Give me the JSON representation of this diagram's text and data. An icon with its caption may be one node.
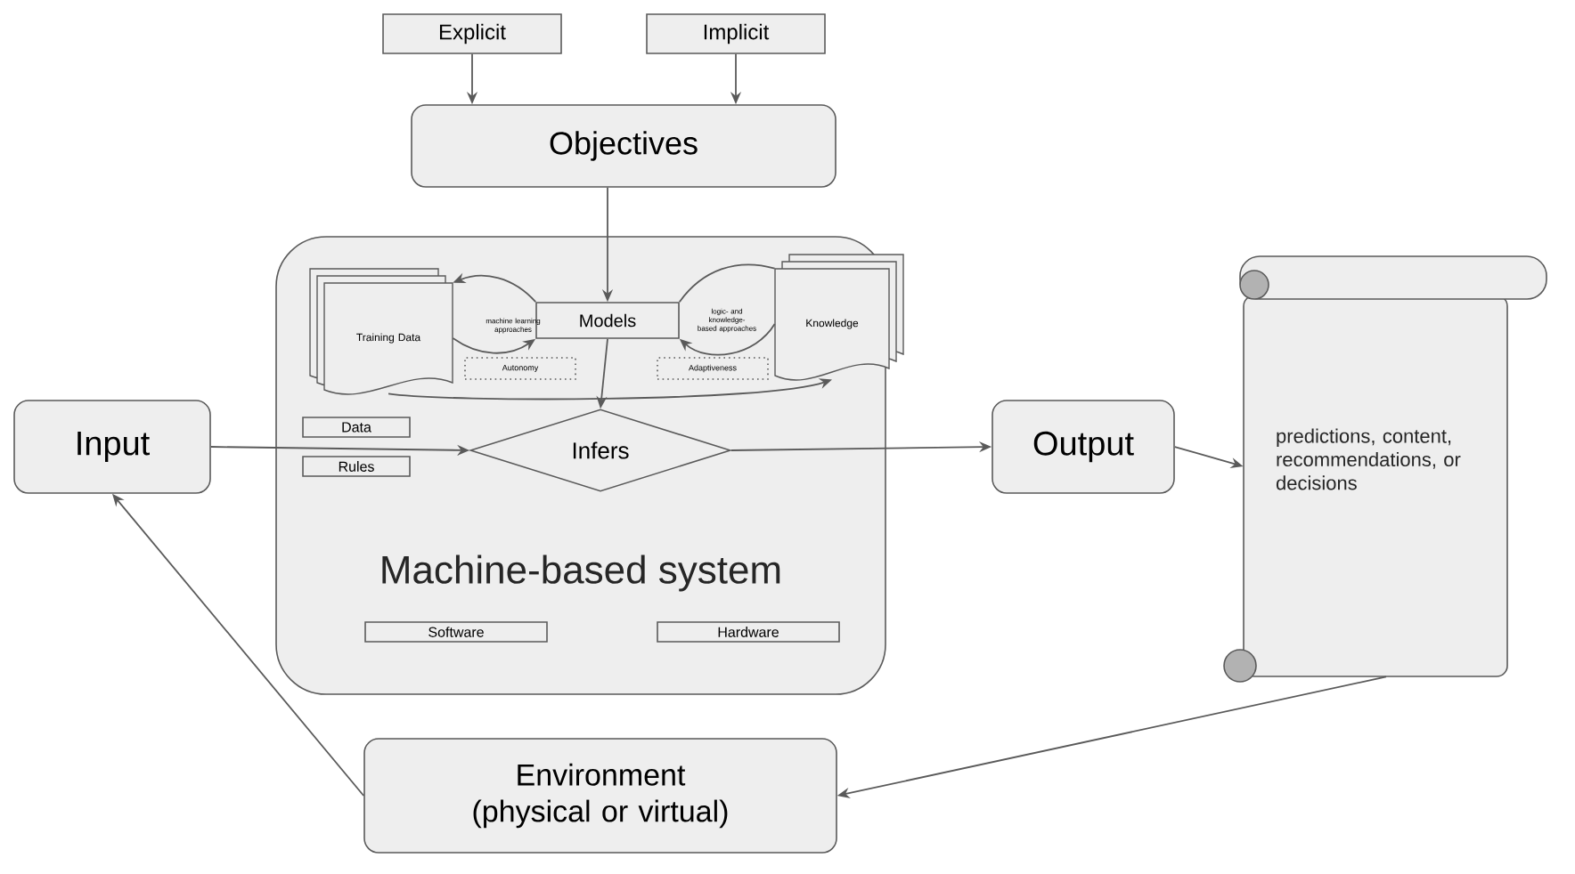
{
  "diagram": {
    "nodes": [
      {
        "text": [
          "Explicit"
        ]
      },
      {
        "text": [
          "Implicit"
        ]
      },
      {
        "text": [
          "Objectives"
        ]
      },
      {
        "text": [
          "Machine-based system"
        ]
      },
      {
        "text": [
          "Training Data"
        ],
        "in": 3
      },
      {
        "text": [
          "Models"
        ],
        "in": 3
      },
      {
        "text": [
          "Knowledge"
        ],
        "in": 3
      },
      {
        "text": [
          "Autonomy"
        ],
        "in": 3
      },
      {
        "text": [
          "Adaptiveness"
        ],
        "in": 3
      },
      {
        "text": [
          "Infers"
        ],
        "in": 3
      },
      {
        "text": [
          "Data"
        ],
        "in": 3
      },
      {
        "text": [
          "Rules"
        ],
        "in": 3
      },
      {
        "text": [
          "Software"
        ],
        "in": 3
      },
      {
        "text": [
          "Hardware"
        ],
        "in": 3
      },
      {
        "text": [
          "Input"
        ]
      },
      {
        "text": [
          "Output"
        ]
      },
      {
        "text": [
          "predictions, content, recommendations, or decisions"
        ]
      },
      {
        "text": [
          "Environment (physical or virtual)"
        ]
      }
    ],
    "edges": [
      {
        "from": 0,
        "to": 2,
        "arrow": "to"
      },
      {
        "from": 1,
        "to": 2,
        "arrow": "to"
      },
      {
        "from": 2,
        "to": 5,
        "arrow": "to"
      },
      {
        "from": 5,
        "to": 4,
        "arrow": "to"
      },
      {
        "from": 4,
        "to": 5,
        "arrow": "to"
      },
      {
        "from": 5,
        "to": 6,
        "arrow": "none"
      },
      {
        "from": 6,
        "to": 5,
        "arrow": "to"
      },
      {
        "from": 4,
        "to": 6,
        "arrow": "to"
      },
      {
        "from": 5,
        "to": 9,
        "arrow": "to"
      },
      {
        "from": 14,
        "to": 9,
        "arrow": "to"
      },
      {
        "from": 9,
        "to": 15,
        "arrow": "to"
      },
      {
        "from": 15,
        "to": 16,
        "arrow": "to"
      },
      {
        "from": 16,
        "to": 17,
        "arrow": "to"
      },
      {
        "from": 17,
        "to": 14,
        "arrow": "to"
      }
    ],
    "labels": [
      "machine learning approaches",
      "logic- and knowledge-based approaches"
    ]
  }
}
